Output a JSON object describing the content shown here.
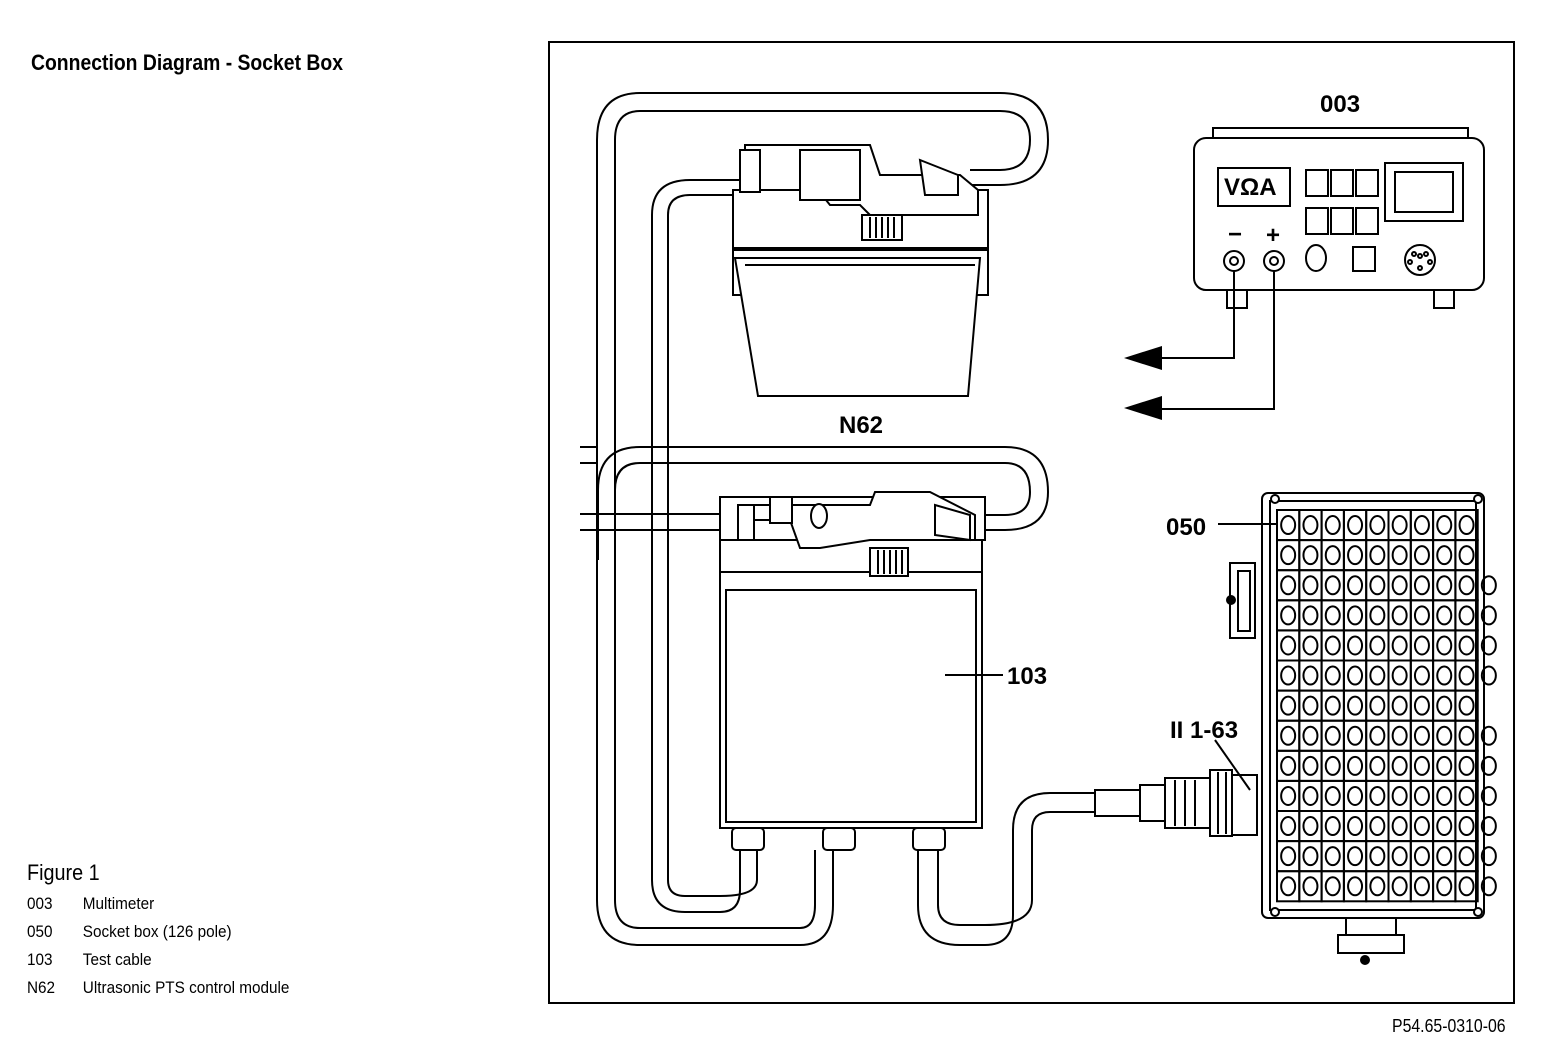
{
  "title": "Connection Diagram - Socket Box",
  "figure_ref": "P54.65-0310-06",
  "legend": {
    "heading": "Figure 1",
    "items": [
      {
        "code": "003",
        "label": "Multimeter"
      },
      {
        "code": "050",
        "label": "Socket box (126 pole)"
      },
      {
        "code": "103",
        "label": "Test cable"
      },
      {
        "code": "N62",
        "label": "Ultrasonic PTS control module"
      }
    ]
  },
  "callouts": {
    "multimeter": "003",
    "control_module": "N62",
    "socket_box": "050",
    "test_cable": "103",
    "connector": "II 1-63"
  },
  "multimeter_display": "VΩA",
  "multimeter_terminals": {
    "negative": "−",
    "positive": "+"
  }
}
